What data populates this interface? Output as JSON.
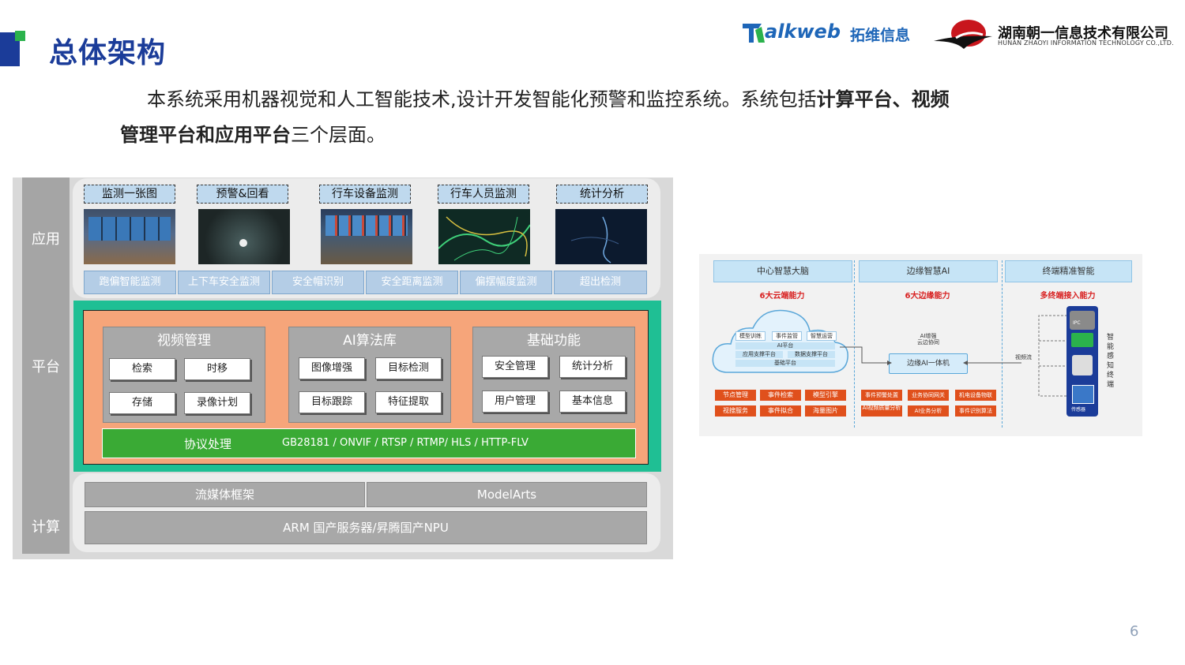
{
  "slide": {
    "title": "总体架构",
    "page_number": "6"
  },
  "logos": {
    "talkweb_latin": "alkweb",
    "talkweb_cn": "拓维信息",
    "zhaoyi_cn": "湖南朝一信息技术有限公司",
    "zhaoyi_en": "HUNAN ZHAOYI INFORMATION TECHNOLOGY CO.,LTD."
  },
  "intro": {
    "part1": "本系统采用机器视觉和人工智能技术,设计开发智能化预警和监控系统。系统包括",
    "bold1": "计算平台、视频",
    "bold2": "管理平台和应用平台",
    "part2": "三个层面。"
  },
  "layers": {
    "application": "应用",
    "platform": "平台",
    "compute": "计算"
  },
  "application": {
    "headers": [
      "监测一张图",
      "预警&回看",
      "行车设备监测",
      "行车人员监测",
      "统计分析"
    ],
    "strip": [
      "跑偏智能监测",
      "上下车安全监测",
      "安全帽识别",
      "安全距离监测",
      "偏摆幅度监测",
      "超出检测"
    ]
  },
  "platform": {
    "modules": [
      {
        "title": "视频管理",
        "items": [
          "检索",
          "时移",
          "存储",
          "录像计划"
        ]
      },
      {
        "title": "AI算法库",
        "items": [
          "图像增强",
          "目标检测",
          "目标跟踪",
          "特征提取"
        ]
      },
      {
        "title": "基础功能",
        "items": [
          "安全管理",
          "统计分析",
          "用户管理",
          "基本信息"
        ]
      }
    ],
    "protocol_label": "协议处理",
    "protocol_list": "GB28181 / ONVIF / RTSP / RTMP/ HLS / HTTP-FLV"
  },
  "compute": {
    "streaming": "流媒体框架",
    "modelarts": "ModelArts",
    "hardware": "ARM 国产服务器/昇腾国产NPU"
  },
  "edge_diagram": {
    "headers": [
      "中心智慧大脑",
      "边缘智慧AI",
      "终端精准智能"
    ],
    "capabilities": [
      "6大云端能力",
      "6大边缘能力",
      "多终端接入能力"
    ],
    "cloud_items": [
      "模型训练",
      "事件监管",
      "智慧运营",
      "AI平台",
      "应用支撑平台",
      "数据支撑平台",
      "基础平台"
    ],
    "cloud_functions": [
      "节点管理",
      "事件检索",
      "模型引擎",
      "视搜服务",
      "事件拟合",
      "海量图片"
    ],
    "edge_note": "AI增强\n云边协同",
    "edge_device": "边缘AI一体机",
    "edge_functions": [
      "事件预警处置",
      "业务协同网关",
      "机电设备物联",
      "AI视频质量分析",
      "AI业务分析",
      "事件识别算法"
    ],
    "video_stream": "视频流",
    "terminal_label": "智能感知终端",
    "ipc_label": "IPC",
    "sensor_label": "传感器"
  }
}
